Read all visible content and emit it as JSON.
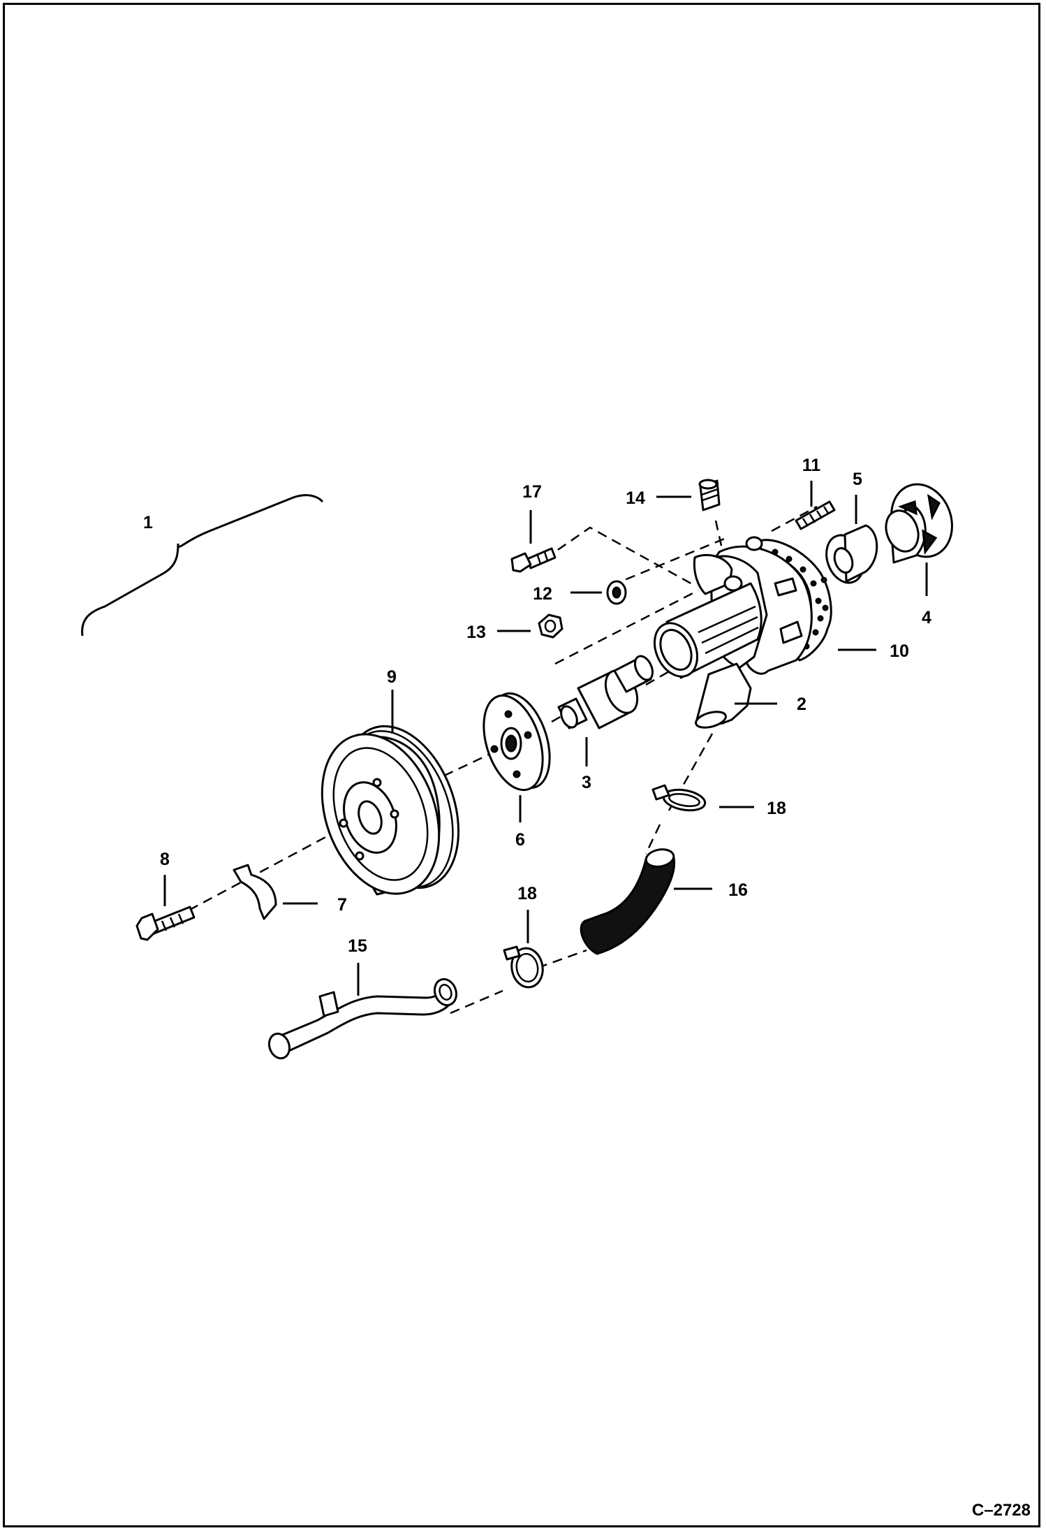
{
  "figure_ref": "C–2728",
  "callouts": {
    "c1": "1",
    "c2": "2",
    "c3": "3",
    "c4": "4",
    "c5": "5",
    "c6": "6",
    "c7": "7",
    "c8": "8",
    "c9": "9",
    "c10": "10",
    "c11": "11",
    "c12": "12",
    "c13": "13",
    "c14": "14",
    "c15": "15",
    "c16": "16",
    "c17": "17",
    "c18a": "18",
    "c18b": "18"
  },
  "colors": {
    "line": "#000000",
    "background": "#ffffff"
  }
}
